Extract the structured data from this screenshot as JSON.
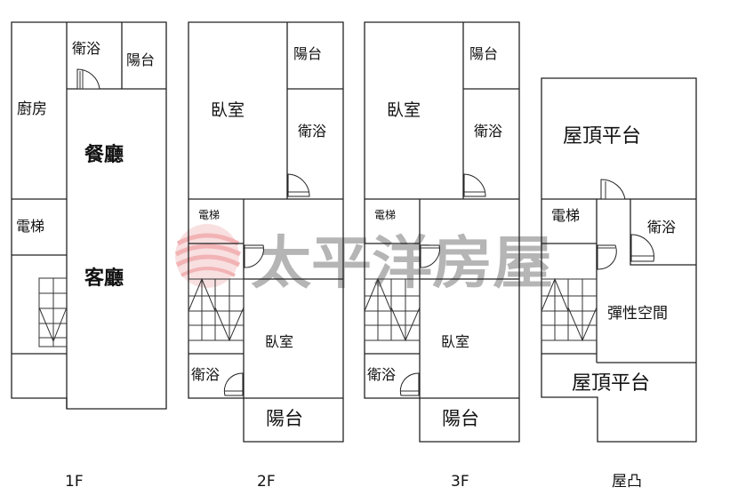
{
  "watermark": {
    "text": "太平洋房屋",
    "logo_color": "#e8767a"
  },
  "floors": {
    "f1": {
      "label": "1F",
      "rooms": {
        "bath": "衛浴",
        "balcony": "陽台",
        "kitchen": "廚房",
        "dining": "餐廳",
        "elevator": "電梯",
        "living": "客廳"
      }
    },
    "f2": {
      "label": "2F",
      "rooms": {
        "bedroom1": "臥室",
        "balcony1": "陽台",
        "bath1": "衛浴",
        "elevator": "電梯",
        "bedroom2": "臥室",
        "bath2": "衛浴",
        "balcony2": "陽台"
      }
    },
    "f3": {
      "label": "3F",
      "rooms": {
        "bedroom1": "臥室",
        "balcony1": "陽台",
        "bath1": "衛浴",
        "elevator": "電梯",
        "bedroom2": "臥室",
        "bath2": "衛浴",
        "balcony2": "陽台"
      }
    },
    "roof": {
      "label": "屋凸",
      "rooms": {
        "terrace1": "屋頂平台",
        "elevator": "電梯",
        "bath": "衛浴",
        "flex": "彈性空間",
        "terrace2": "屋頂平台"
      }
    }
  }
}
